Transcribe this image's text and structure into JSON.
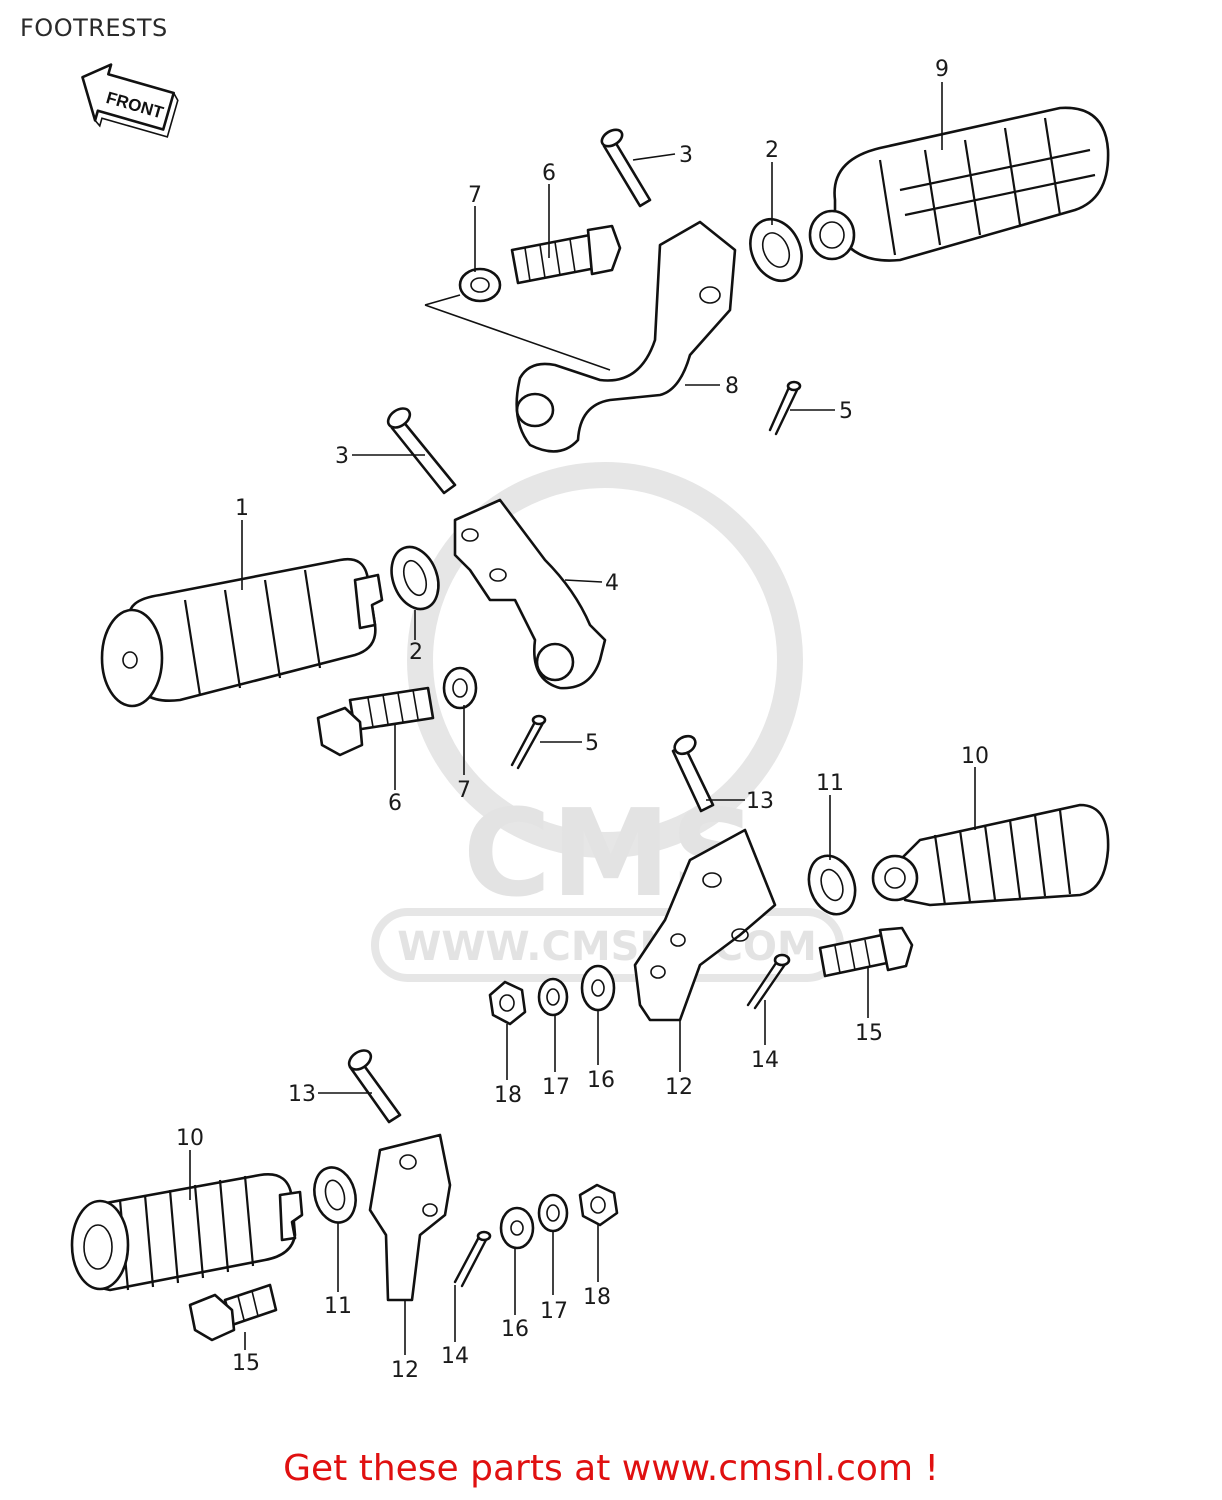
{
  "title": "FOOTRESTS",
  "front_label": "FRONT",
  "watermark": {
    "logo_text": "CMS",
    "url": "WWW.CMSNL.COM"
  },
  "footer": "Get these parts at www.cmsnl.com !",
  "callouts": [
    {
      "id": "c9",
      "label": "9"
    },
    {
      "id": "c3a",
      "label": "3"
    },
    {
      "id": "c2a",
      "label": "2"
    },
    {
      "id": "c6a",
      "label": "6"
    },
    {
      "id": "c7a",
      "label": "7"
    },
    {
      "id": "c8",
      "label": "8"
    },
    {
      "id": "c5a",
      "label": "5"
    },
    {
      "id": "c3b",
      "label": "3"
    },
    {
      "id": "c1",
      "label": "1"
    },
    {
      "id": "c4",
      "label": "4"
    },
    {
      "id": "c2b",
      "label": "2"
    },
    {
      "id": "c5b",
      "label": "5"
    },
    {
      "id": "c6b",
      "label": "6"
    },
    {
      "id": "c7b",
      "label": "7"
    },
    {
      "id": "c10a",
      "label": "10"
    },
    {
      "id": "c11a",
      "label": "11"
    },
    {
      "id": "c13a",
      "label": "13"
    },
    {
      "id": "c15a",
      "label": "15"
    },
    {
      "id": "c14a",
      "label": "14"
    },
    {
      "id": "c12a",
      "label": "12"
    },
    {
      "id": "c16a",
      "label": "16"
    },
    {
      "id": "c17a",
      "label": "17"
    },
    {
      "id": "c18a",
      "label": "18"
    },
    {
      "id": "c13b",
      "label": "13"
    },
    {
      "id": "c10b",
      "label": "10"
    },
    {
      "id": "c11b",
      "label": "11"
    },
    {
      "id": "c15b",
      "label": "15"
    },
    {
      "id": "c12b",
      "label": "12"
    },
    {
      "id": "c14b",
      "label": "14"
    },
    {
      "id": "c16b",
      "label": "16"
    },
    {
      "id": "c17b",
      "label": "17"
    },
    {
      "id": "c18b",
      "label": "18"
    }
  ]
}
